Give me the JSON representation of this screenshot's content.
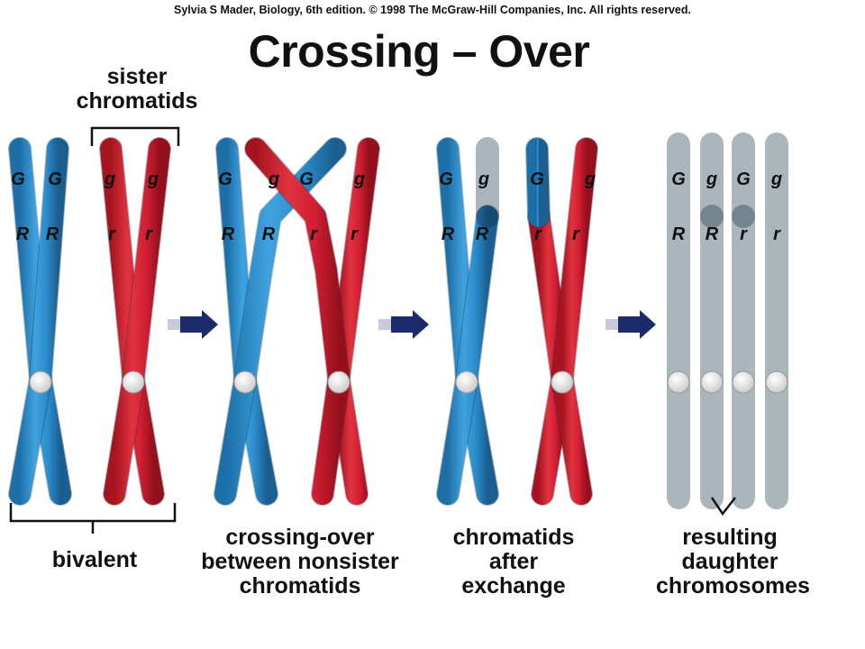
{
  "credit": "Sylvia S Mader, Biology, 6th edition. © 1998 The McGraw-Hill Companies, Inc. All rights reserved.",
  "title": "Crossing – Over",
  "colors": {
    "maternal": "#d21e33",
    "paternal": "#2b8ccc",
    "centromere": "#f2f2f2",
    "arrow": "#1b2a6b"
  },
  "labels": {
    "sister_chromatids": [
      "sister",
      "chromatids"
    ],
    "bivalent": "bivalent",
    "crossing_over": [
      "crossing-over",
      "between nonsister",
      "chromatids"
    ],
    "after_exchange": [
      "chromatids",
      "after",
      "exchange"
    ],
    "daughters": [
      "resulting",
      "daughter",
      "chromosomes"
    ]
  },
  "genes": {
    "panel1": [
      [
        "G",
        "G",
        "g",
        "g"
      ],
      [
        "R",
        "R",
        "r",
        "r"
      ]
    ],
    "panel2": [
      [
        "G",
        "g",
        "G",
        "g"
      ],
      [
        "R",
        "R",
        "r",
        "r"
      ]
    ],
    "panel3": [
      [
        "G",
        "g",
        "G",
        "g"
      ],
      [
        "R",
        "R",
        "r",
        "r"
      ]
    ],
    "panel4": [
      [
        "G",
        "g",
        "G",
        "g"
      ],
      [
        "R",
        "R",
        "r",
        "r"
      ]
    ]
  }
}
